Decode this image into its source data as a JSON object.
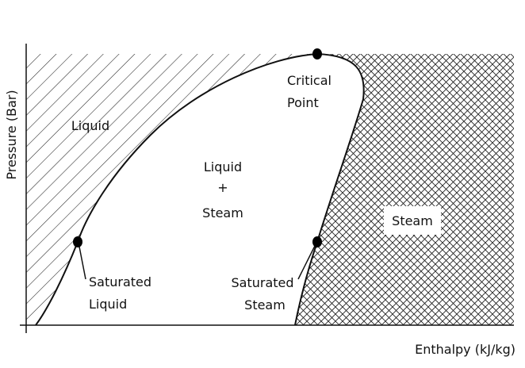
{
  "axes": {
    "y_label": "Pressure (Bar)",
    "x_label": "Enthalpy (kJ/kg)"
  },
  "regions": {
    "liquid": "Liquid",
    "mixture_line1": "Liquid",
    "mixture_line2": "+",
    "mixture_line3": "Steam",
    "steam": "Steam"
  },
  "points": {
    "critical_line1": "Critical",
    "critical_line2": "Point",
    "sat_liquid_line1": "Saturated",
    "sat_liquid_line2": "Liquid",
    "sat_steam_line1": "Saturated",
    "sat_steam_line2": "Steam"
  },
  "colors": {
    "ink": "#111111",
    "background": "#ffffff"
  }
}
